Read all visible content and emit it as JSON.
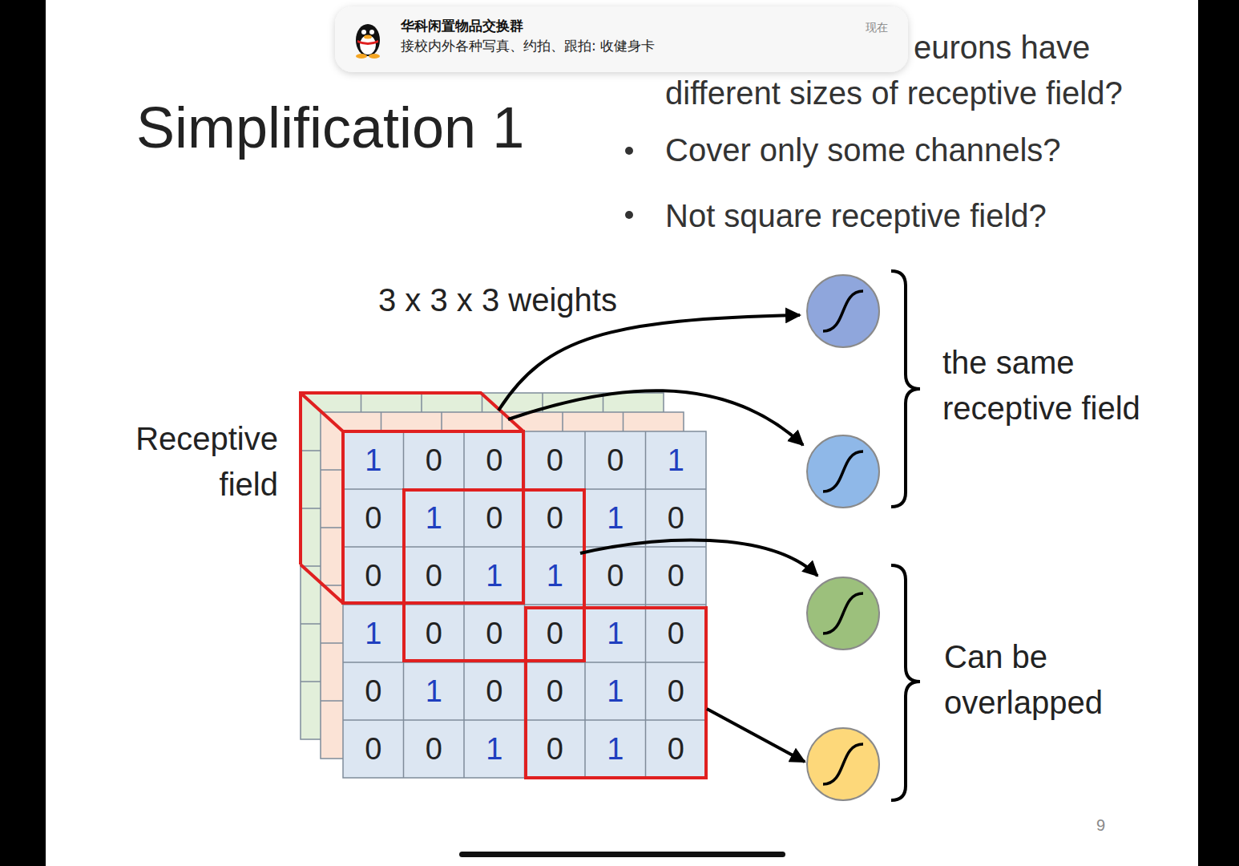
{
  "diagram": {
    "title": "Simplification 1",
    "labels": [
      "华科闲置物品交换群",
      "接校内外各种写真、约拍、跟拍: 收健身卡",
      "现在",
      "eurons have",
      "different sizes of receptive field?",
      "Cover only some channels?",
      "Not square receptive field?",
      "3 x 3 x 3 weights",
      "Receptive field",
      "1",
      "0",
      "0",
      "0",
      "0",
      "1",
      "0",
      "1",
      "0",
      "0",
      "1",
      "0",
      "0",
      "0",
      "1",
      "1",
      "0",
      "0",
      "1",
      "0",
      "0",
      "0",
      "1",
      "0",
      "0",
      "1",
      "0",
      "0",
      "1",
      "0",
      "0",
      "0",
      "1",
      "0",
      "1",
      "0",
      "the same receptive field",
      "Can be overlapped",
      "9"
    ]
  }
}
